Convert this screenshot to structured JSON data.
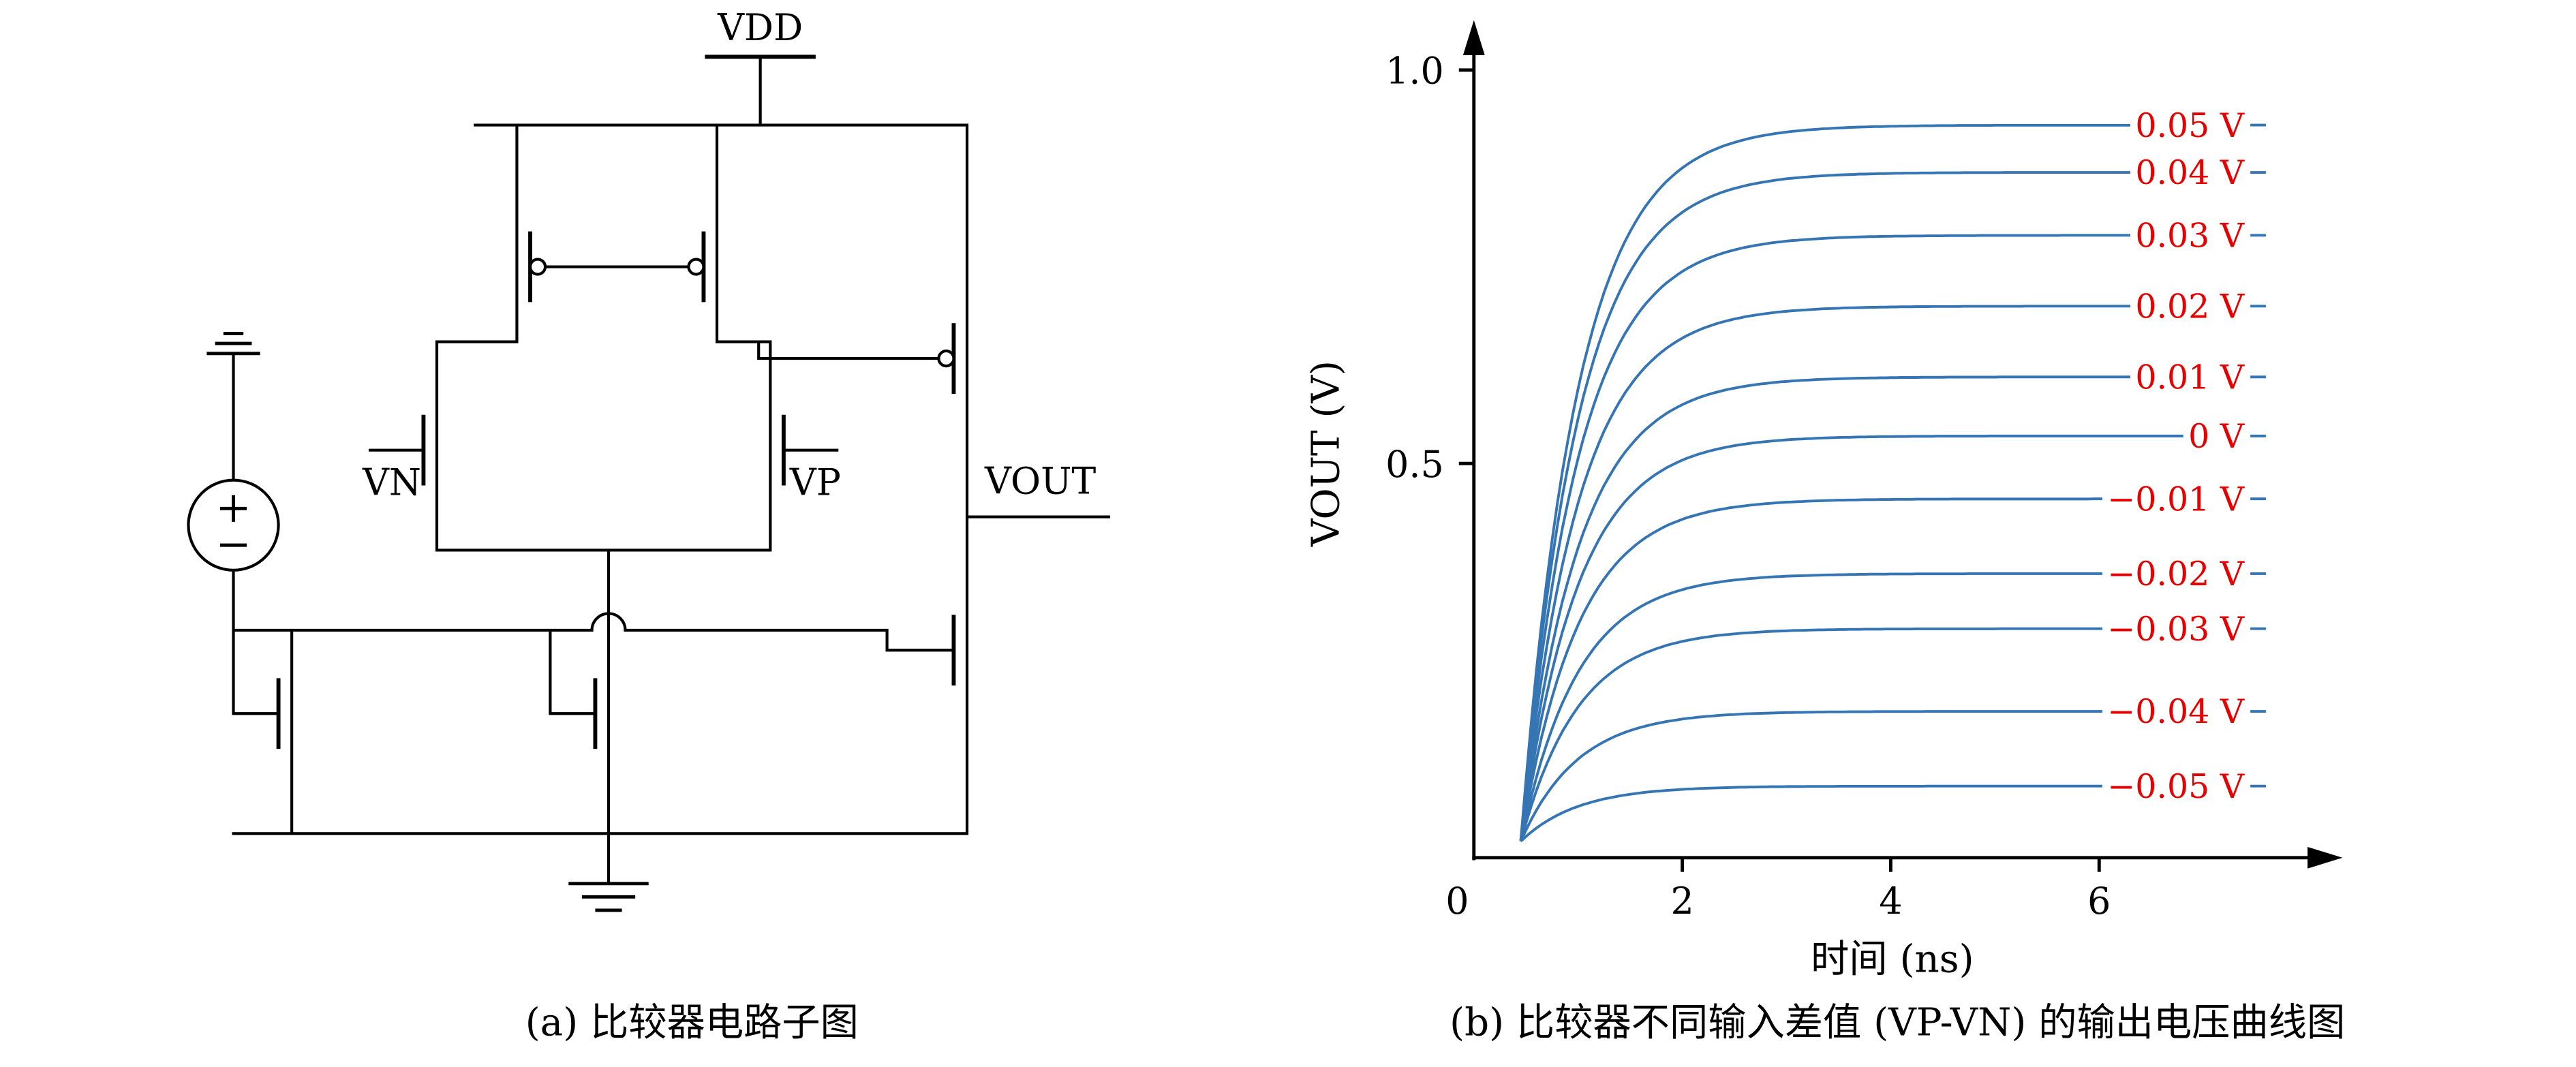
{
  "figure": {
    "captions": {
      "a": "(a) 比较器电路子图",
      "b": "(b) 比较器不同输入差值 (VP-VN) 的输出电压曲线图"
    }
  },
  "circuit": {
    "labels": {
      "vdd": "VDD",
      "vn": "VN",
      "vp": "VP",
      "vout": "VOUT"
    }
  },
  "chart_data": {
    "type": "line",
    "title": "",
    "xlabel": "时间 (ns)",
    "ylabel": "VOUT (V)",
    "xlim": [
      0,
      8
    ],
    "ylim": [
      0,
      1.05
    ],
    "xticks": [
      0,
      2,
      4,
      6
    ],
    "x_tick_labels": [
      "0",
      "2",
      "4",
      "6"
    ],
    "yticks": [
      0.5,
      1.0
    ],
    "y_tick_labels": [
      "0.5",
      "1.0"
    ],
    "grid": false,
    "legend_position": "labels-at-right-of-curves",
    "curve_color": "#3575b4",
    "label_color": "#e60000",
    "axis_color": "#000000",
    "model": {
      "t_start": 0.45,
      "v_start": 0.02,
      "tau": 0.55,
      "t_end": 7.6,
      "description": "VOUT(t)=v_start+(v_final-v_start)*(1-exp(-(t-t_start)/tau))"
    },
    "series": [
      {
        "label": "0.05 V",
        "vp_minus_vn": 0.05,
        "v_final": 0.93
      },
      {
        "label": "0.04 V",
        "vp_minus_vn": 0.04,
        "v_final": 0.87
      },
      {
        "label": "0.03 V",
        "vp_minus_vn": 0.03,
        "v_final": 0.79
      },
      {
        "label": "0.02 V",
        "vp_minus_vn": 0.02,
        "v_final": 0.7
      },
      {
        "label": "0.01 V",
        "vp_minus_vn": 0.01,
        "v_final": 0.61
      },
      {
        "label": "0 V",
        "vp_minus_vn": 0.0,
        "v_final": 0.535
      },
      {
        "label": "−0.01 V",
        "vp_minus_vn": -0.01,
        "v_final": 0.455
      },
      {
        "label": "−0.02 V",
        "vp_minus_vn": -0.02,
        "v_final": 0.36
      },
      {
        "label": "−0.03 V",
        "vp_minus_vn": -0.03,
        "v_final": 0.29
      },
      {
        "label": "−0.04 V",
        "vp_minus_vn": -0.04,
        "v_final": 0.185
      },
      {
        "label": "−0.05 V",
        "vp_minus_vn": -0.05,
        "v_final": 0.09
      }
    ]
  }
}
